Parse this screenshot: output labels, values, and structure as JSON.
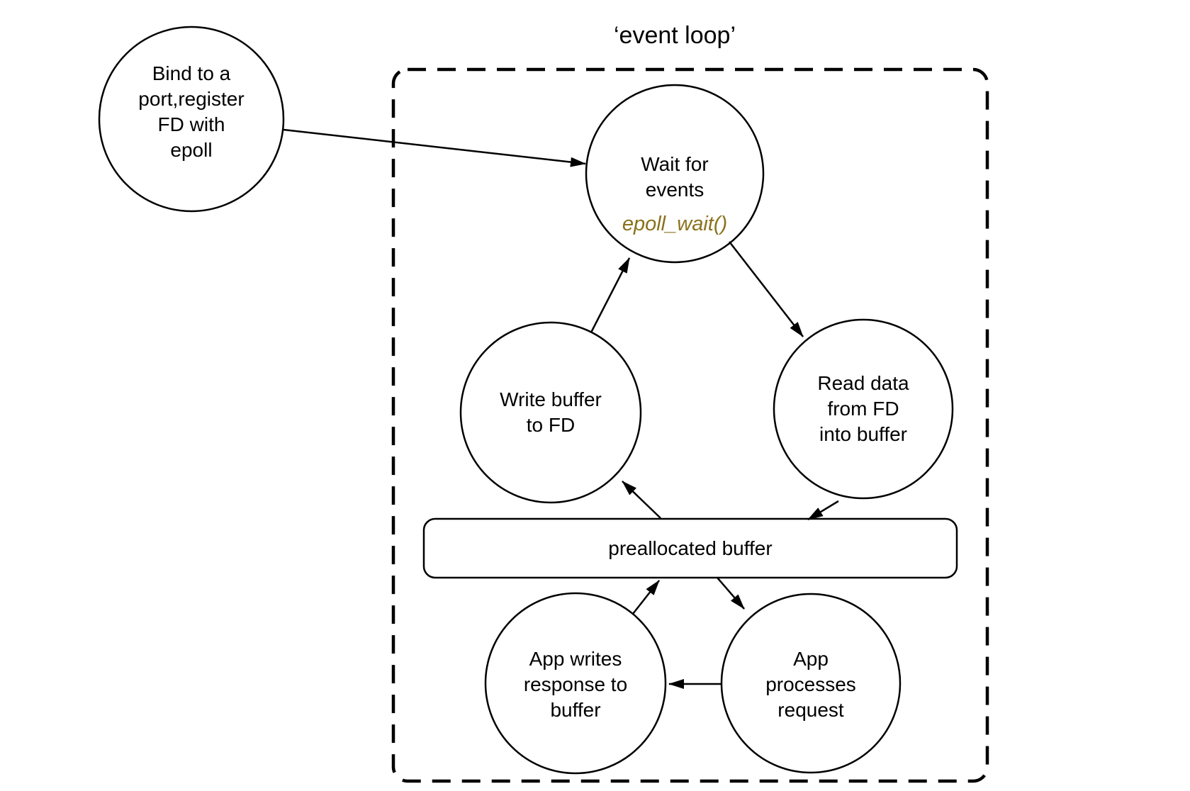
{
  "title": "‘event loop’",
  "colors": {
    "stroke": "#000000",
    "text": "#000000",
    "epoll_wait_text": "#8a721c",
    "background": "#ffffff"
  },
  "nodes": {
    "bind": {
      "label": "Bind to a\nport,register\nFD with\nepoll"
    },
    "wait": {
      "label": "Wait for\nevents",
      "sublabel": "epoll_wait()"
    },
    "write": {
      "label": "Write buffer\nto FD"
    },
    "read": {
      "label": "Read data\nfrom FD\ninto buffer"
    },
    "buffer": {
      "label": "preallocated buffer"
    },
    "app_writes": {
      "label": "App writes\nresponse to\nbuffer"
    },
    "app_processes": {
      "label": "App\nprocesses\nrequest"
    }
  },
  "edges": [
    {
      "from": "bind",
      "to": "wait"
    },
    {
      "from": "wait",
      "to": "read"
    },
    {
      "from": "write",
      "to": "wait"
    },
    {
      "from": "buffer",
      "to": "write"
    },
    {
      "from": "read",
      "to": "buffer"
    },
    {
      "from": "app_writes",
      "to": "buffer"
    },
    {
      "from": "buffer",
      "to": "app_processes"
    },
    {
      "from": "app_processes",
      "to": "app_writes"
    }
  ]
}
